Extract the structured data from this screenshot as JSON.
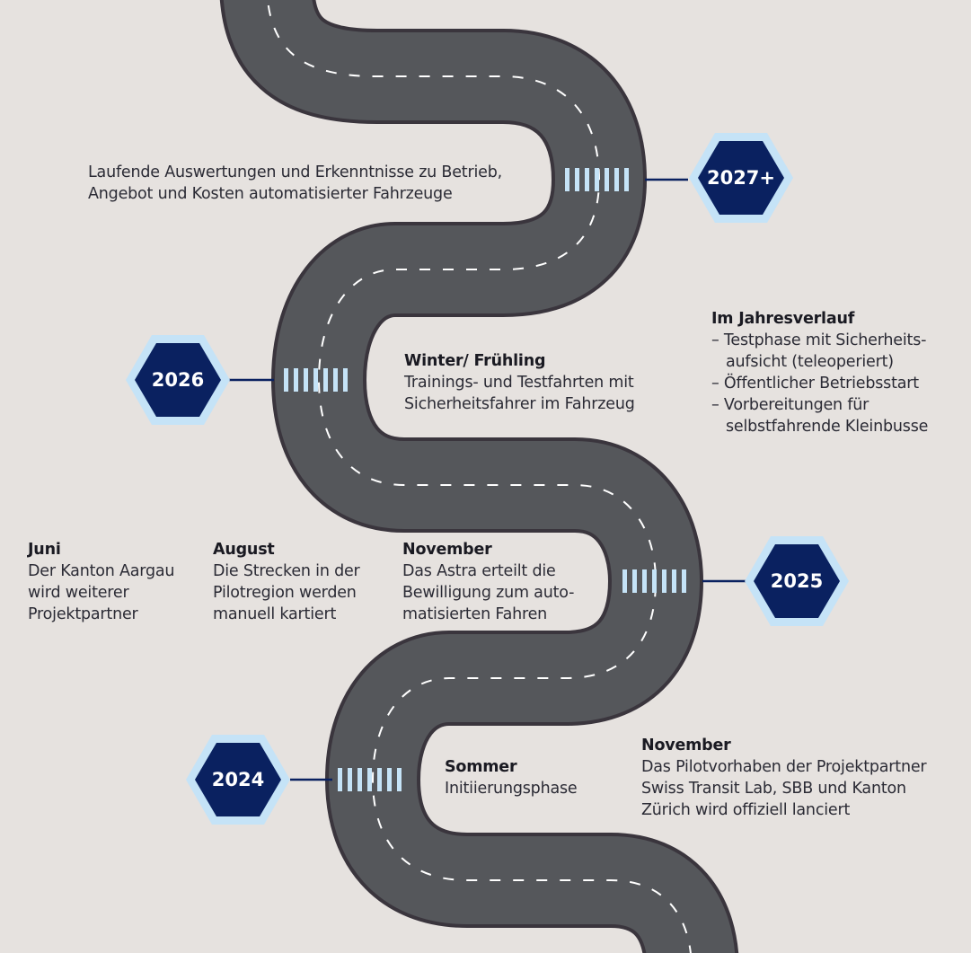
{
  "colors": {
    "background": "#e6e2df",
    "road": "#55575b",
    "road_edge": "#3a353d",
    "hex_fill": "#0a2160",
    "hex_border": "#c5e3f7",
    "crosswalk": "#c5e3f7",
    "connector": "#0a2160"
  },
  "milestones": [
    {
      "year": "2027+"
    },
    {
      "year": "2026"
    },
    {
      "year": "2025"
    },
    {
      "year": "2024"
    }
  ],
  "notes": {
    "ongoing": {
      "lines": [
        "Laufende Auswertungen und Erkenntnisse zu Betrieb,",
        "Angebot und Kosten automatisierter Fahrzeuge"
      ]
    },
    "year_course": {
      "title": "Im Jahresverlauf",
      "items": [
        [
          "– Testphase mit Sicherheits-",
          "aufsicht (teleoperiert)"
        ],
        [
          "– Öffentlicher Betriebsstart"
        ],
        [
          "– Vorbereitungen für",
          "selbstfahrende Kleinbusse"
        ]
      ]
    },
    "winter": {
      "title": "Winter/ Frühling",
      "lines": [
        "Trainings- und Testfahrten mit",
        "Sicherheitsfahrer im Fahrzeug"
      ]
    },
    "juni": {
      "title": "Juni",
      "lines": [
        "Der Kanton Aargau",
        "wird weiterer",
        "Projektpartner"
      ]
    },
    "august": {
      "title": "August",
      "lines": [
        "Die Strecken in der",
        "Pilotregion werden",
        "manuell kartiert"
      ]
    },
    "nov2025": {
      "title": "November",
      "lines": [
        "Das Astra erteilt die",
        "Bewilligung zum auto-",
        "matisierten Fahren"
      ]
    },
    "sommer": {
      "title": "Sommer",
      "lines": [
        "Initiierungsphase"
      ]
    },
    "nov2024": {
      "title": "November",
      "lines": [
        "Das Pilotvorhaben der Projektpartner",
        "Swiss Transit Lab, SBB und Kanton",
        "Zürich wird offiziell lanciert"
      ]
    }
  }
}
